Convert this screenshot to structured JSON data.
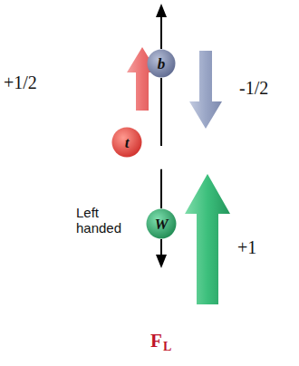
{
  "diagram": {
    "nodes": [
      {
        "text": [
          "b"
        ]
      },
      {
        "text": [
          "t"
        ]
      },
      {
        "text": [
          "W"
        ]
      }
    ],
    "edges": [
      {
        "from": 0,
        "to": 2,
        "arrow": "none"
      }
    ],
    "labels": [
      "+1/2",
      "-1/2",
      "Left handed",
      "+1",
      "F",
      "L"
    ]
  }
}
